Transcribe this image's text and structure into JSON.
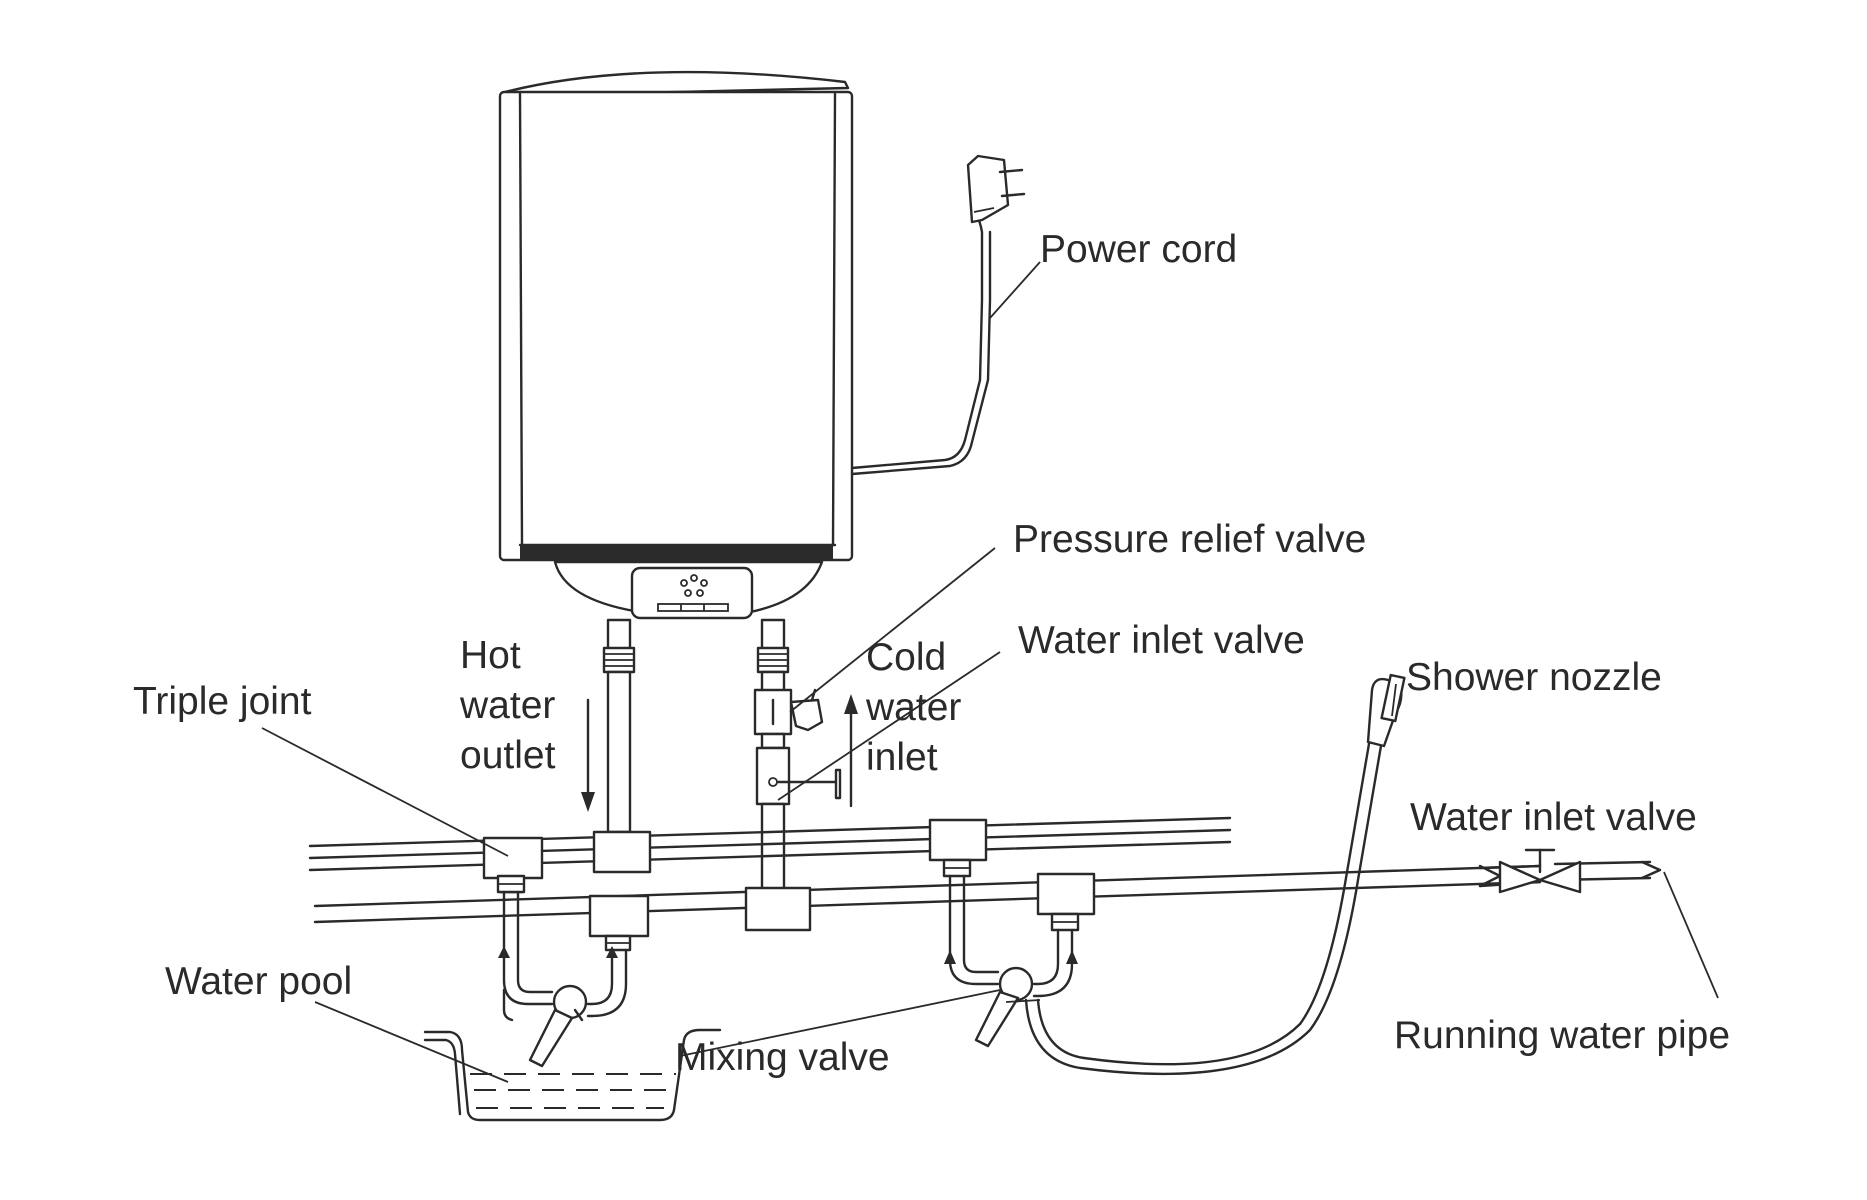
{
  "labels": {
    "power_cord": "Power cord",
    "pressure_relief_valve": "Pressure relief valve",
    "water_inlet_valve_heater": "Water inlet valve",
    "hot_water_outlet": [
      "Hot",
      "water",
      "outlet"
    ],
    "cold_water_inlet": [
      "Cold",
      "water",
      "inlet"
    ],
    "triple_joint": "Triple joint",
    "shower_nozzle": "Shower nozzle",
    "water_inlet_valve_supply": "Water inlet valve",
    "water_pool": "Water pool",
    "mixing_valve": "Mixing valve",
    "running_water_pipe": "Running water pipe"
  },
  "colors": {
    "line": "#2a2a2a",
    "background": "#ffffff"
  }
}
